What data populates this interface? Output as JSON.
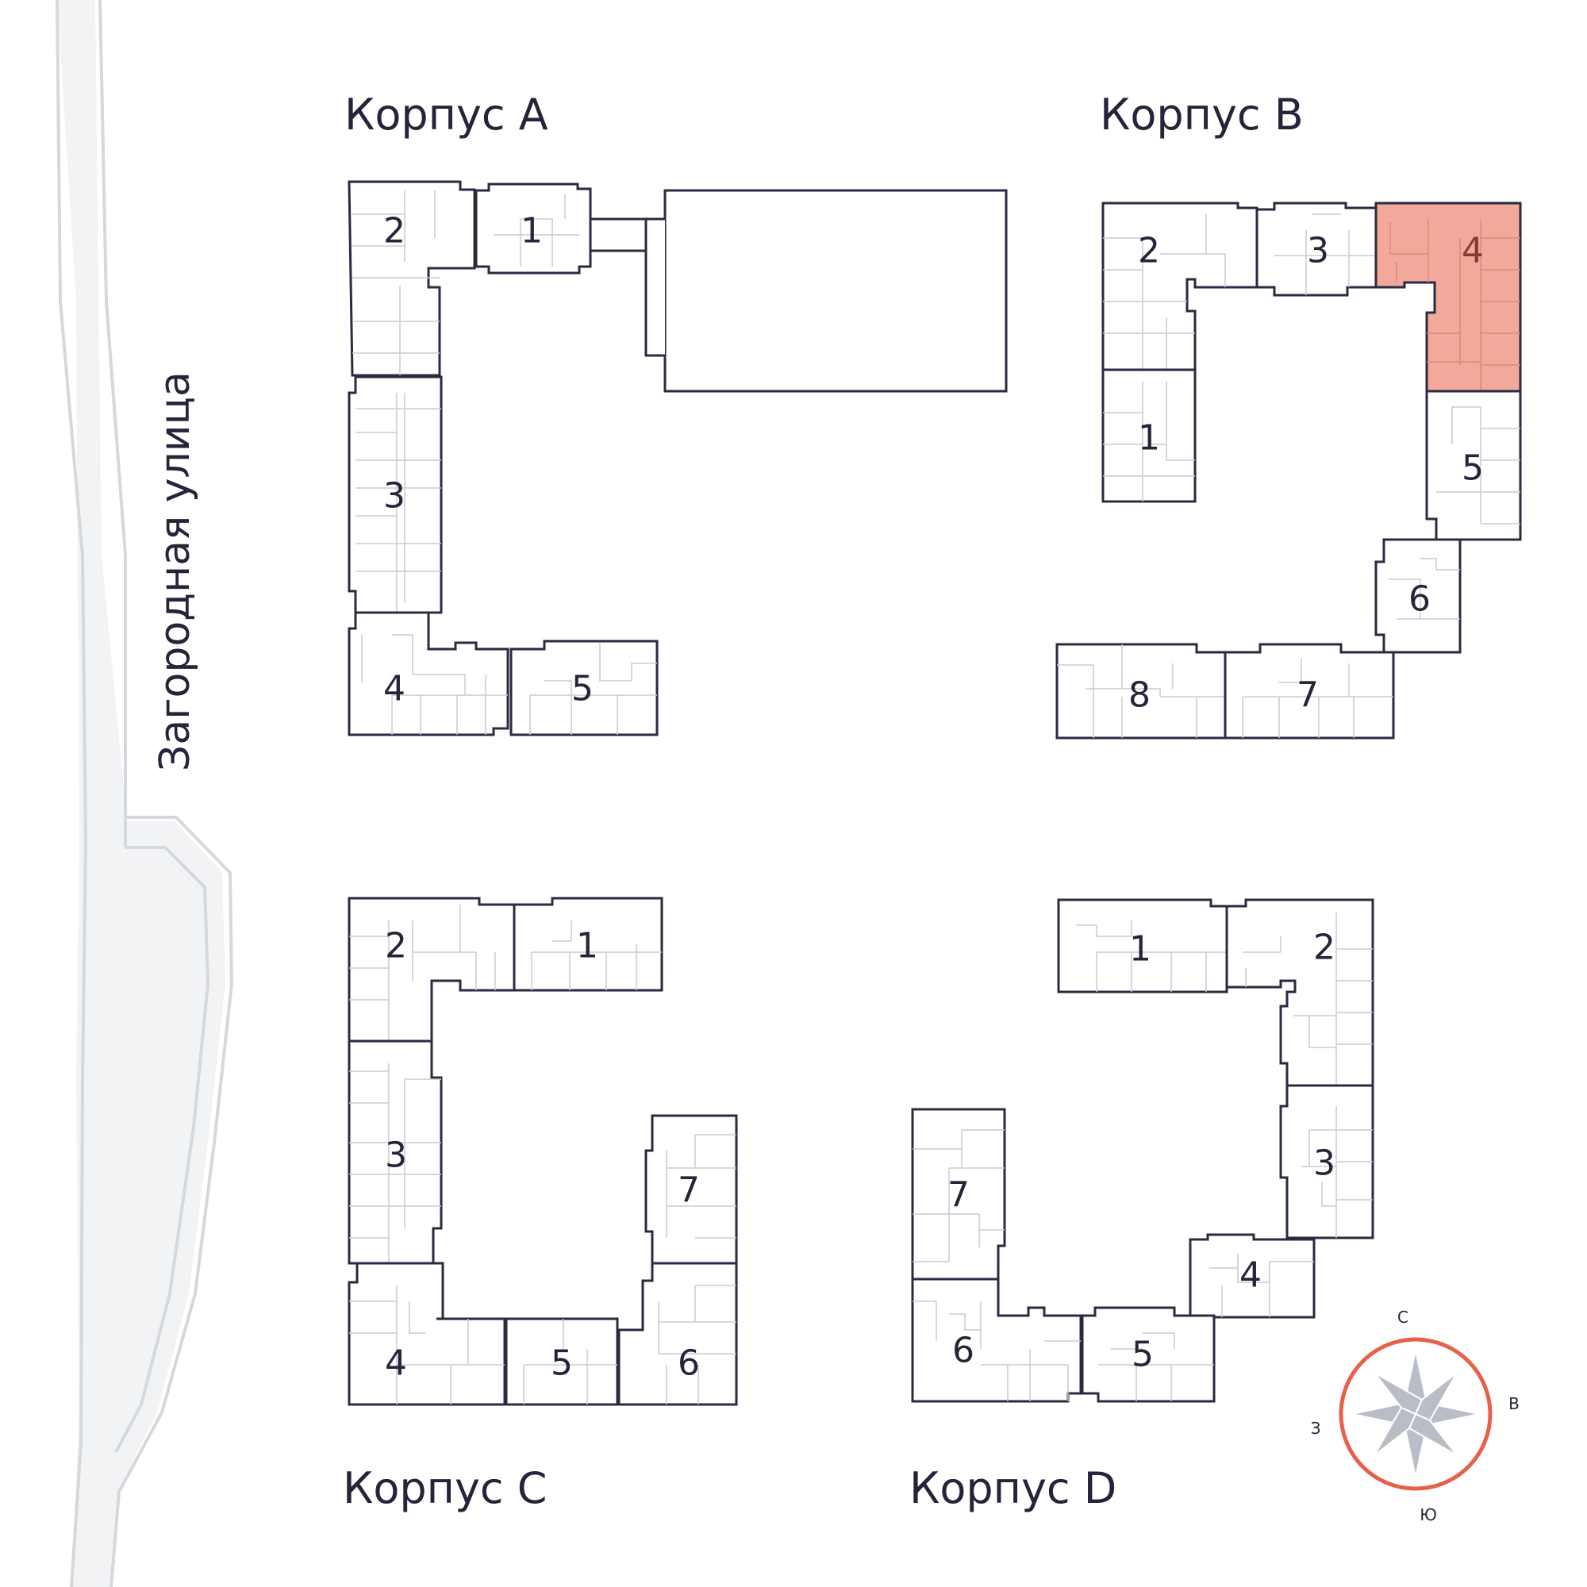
{
  "street": {
    "name": "Загородная улица"
  },
  "colors": {
    "highlight": "#f2a89a",
    "outline": "#2a2a40",
    "road": "#f2f3f4",
    "road_edge": "#d5d8dc",
    "compass_ring": "#e8604a",
    "compass_star": "#b9bec6"
  },
  "compass": {
    "north": "С",
    "east": "В",
    "south": "Ю",
    "west": "З"
  },
  "selected": {
    "building": "Корпус B",
    "section": "4"
  },
  "buildings": {
    "A": {
      "title": "Корпус A",
      "sections": [
        "2",
        "1",
        "3",
        "4",
        "5"
      ]
    },
    "B": {
      "title": "Корпус B",
      "sections": [
        "2",
        "3",
        "4",
        "1",
        "5",
        "6",
        "8",
        "7"
      ]
    },
    "C": {
      "title": "Корпус C",
      "sections": [
        "2",
        "1",
        "3",
        "7",
        "4",
        "5",
        "6"
      ]
    },
    "D": {
      "title": "Корпус D",
      "sections": [
        "1",
        "2",
        "7",
        "3",
        "4",
        "6",
        "5"
      ]
    }
  }
}
